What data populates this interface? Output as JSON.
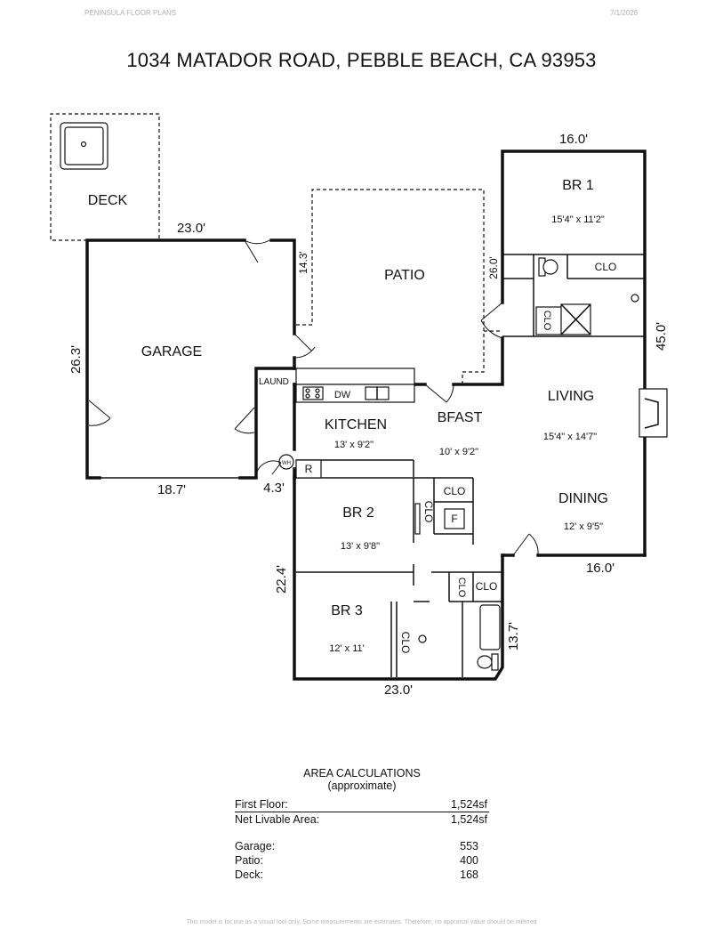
{
  "header": {
    "company": "PENINSULA FLOOR PLANS",
    "date": "7/1/2026"
  },
  "title": "1034 MATADOR ROAD, PEBBLE BEACH, CA  93953",
  "rooms": {
    "deck": {
      "name": "DECK"
    },
    "garage": {
      "name": "GARAGE"
    },
    "patio": {
      "name": "PATIO"
    },
    "br1": {
      "name": "BR 1",
      "size": "15'4\" x 11'2\""
    },
    "living": {
      "name": "LIVING",
      "size": "15'4\" x 14'7\""
    },
    "kitchen": {
      "name": "KITCHEN",
      "size": "13' x 9'2\""
    },
    "bfast": {
      "name": "BFAST",
      "size": "10' x 9'2\""
    },
    "dining": {
      "name": "DINING",
      "size": "12' x 9'5\""
    },
    "br2": {
      "name": "BR 2",
      "size": "13' x 9'8\""
    },
    "br3": {
      "name": "BR 3",
      "size": "12' x 11'"
    },
    "laund": {
      "name": "LAUND"
    }
  },
  "fixtures": {
    "clo": "CLO",
    "dw": "DW",
    "r": "R",
    "f": "F",
    "wh": "WH"
  },
  "dimensions": {
    "garage_top": "23.0'",
    "garage_left": "26.3'",
    "garage_bottom": "18.7'",
    "garage_step": "4.3'",
    "patio_left": "14.3'",
    "patio_right": "26.0'",
    "br1_top": "16.0'",
    "right_side": "45.0'",
    "dining_bottom": "16.0'",
    "left_lower": "22.4'",
    "bath_right": "13.7'",
    "bottom": "23.0'"
  },
  "area": {
    "title": "AREA CALCULATIONS",
    "subtitle": "(approximate)",
    "first_floor": {
      "label": "First  Floor:",
      "value": "1,524sf"
    },
    "net_livable": {
      "label": "Net Livable Area:",
      "value": "1,524sf"
    },
    "garage": {
      "label": "Garage:",
      "value": "553"
    },
    "patio": {
      "label": "Patio:",
      "value": "400"
    },
    "deck": {
      "label": "Deck:",
      "value": "168"
    }
  },
  "footer": "This model is for use as a visual tool only. Some measurements are estimates. Therefore, no appraisal value should be inferred"
}
